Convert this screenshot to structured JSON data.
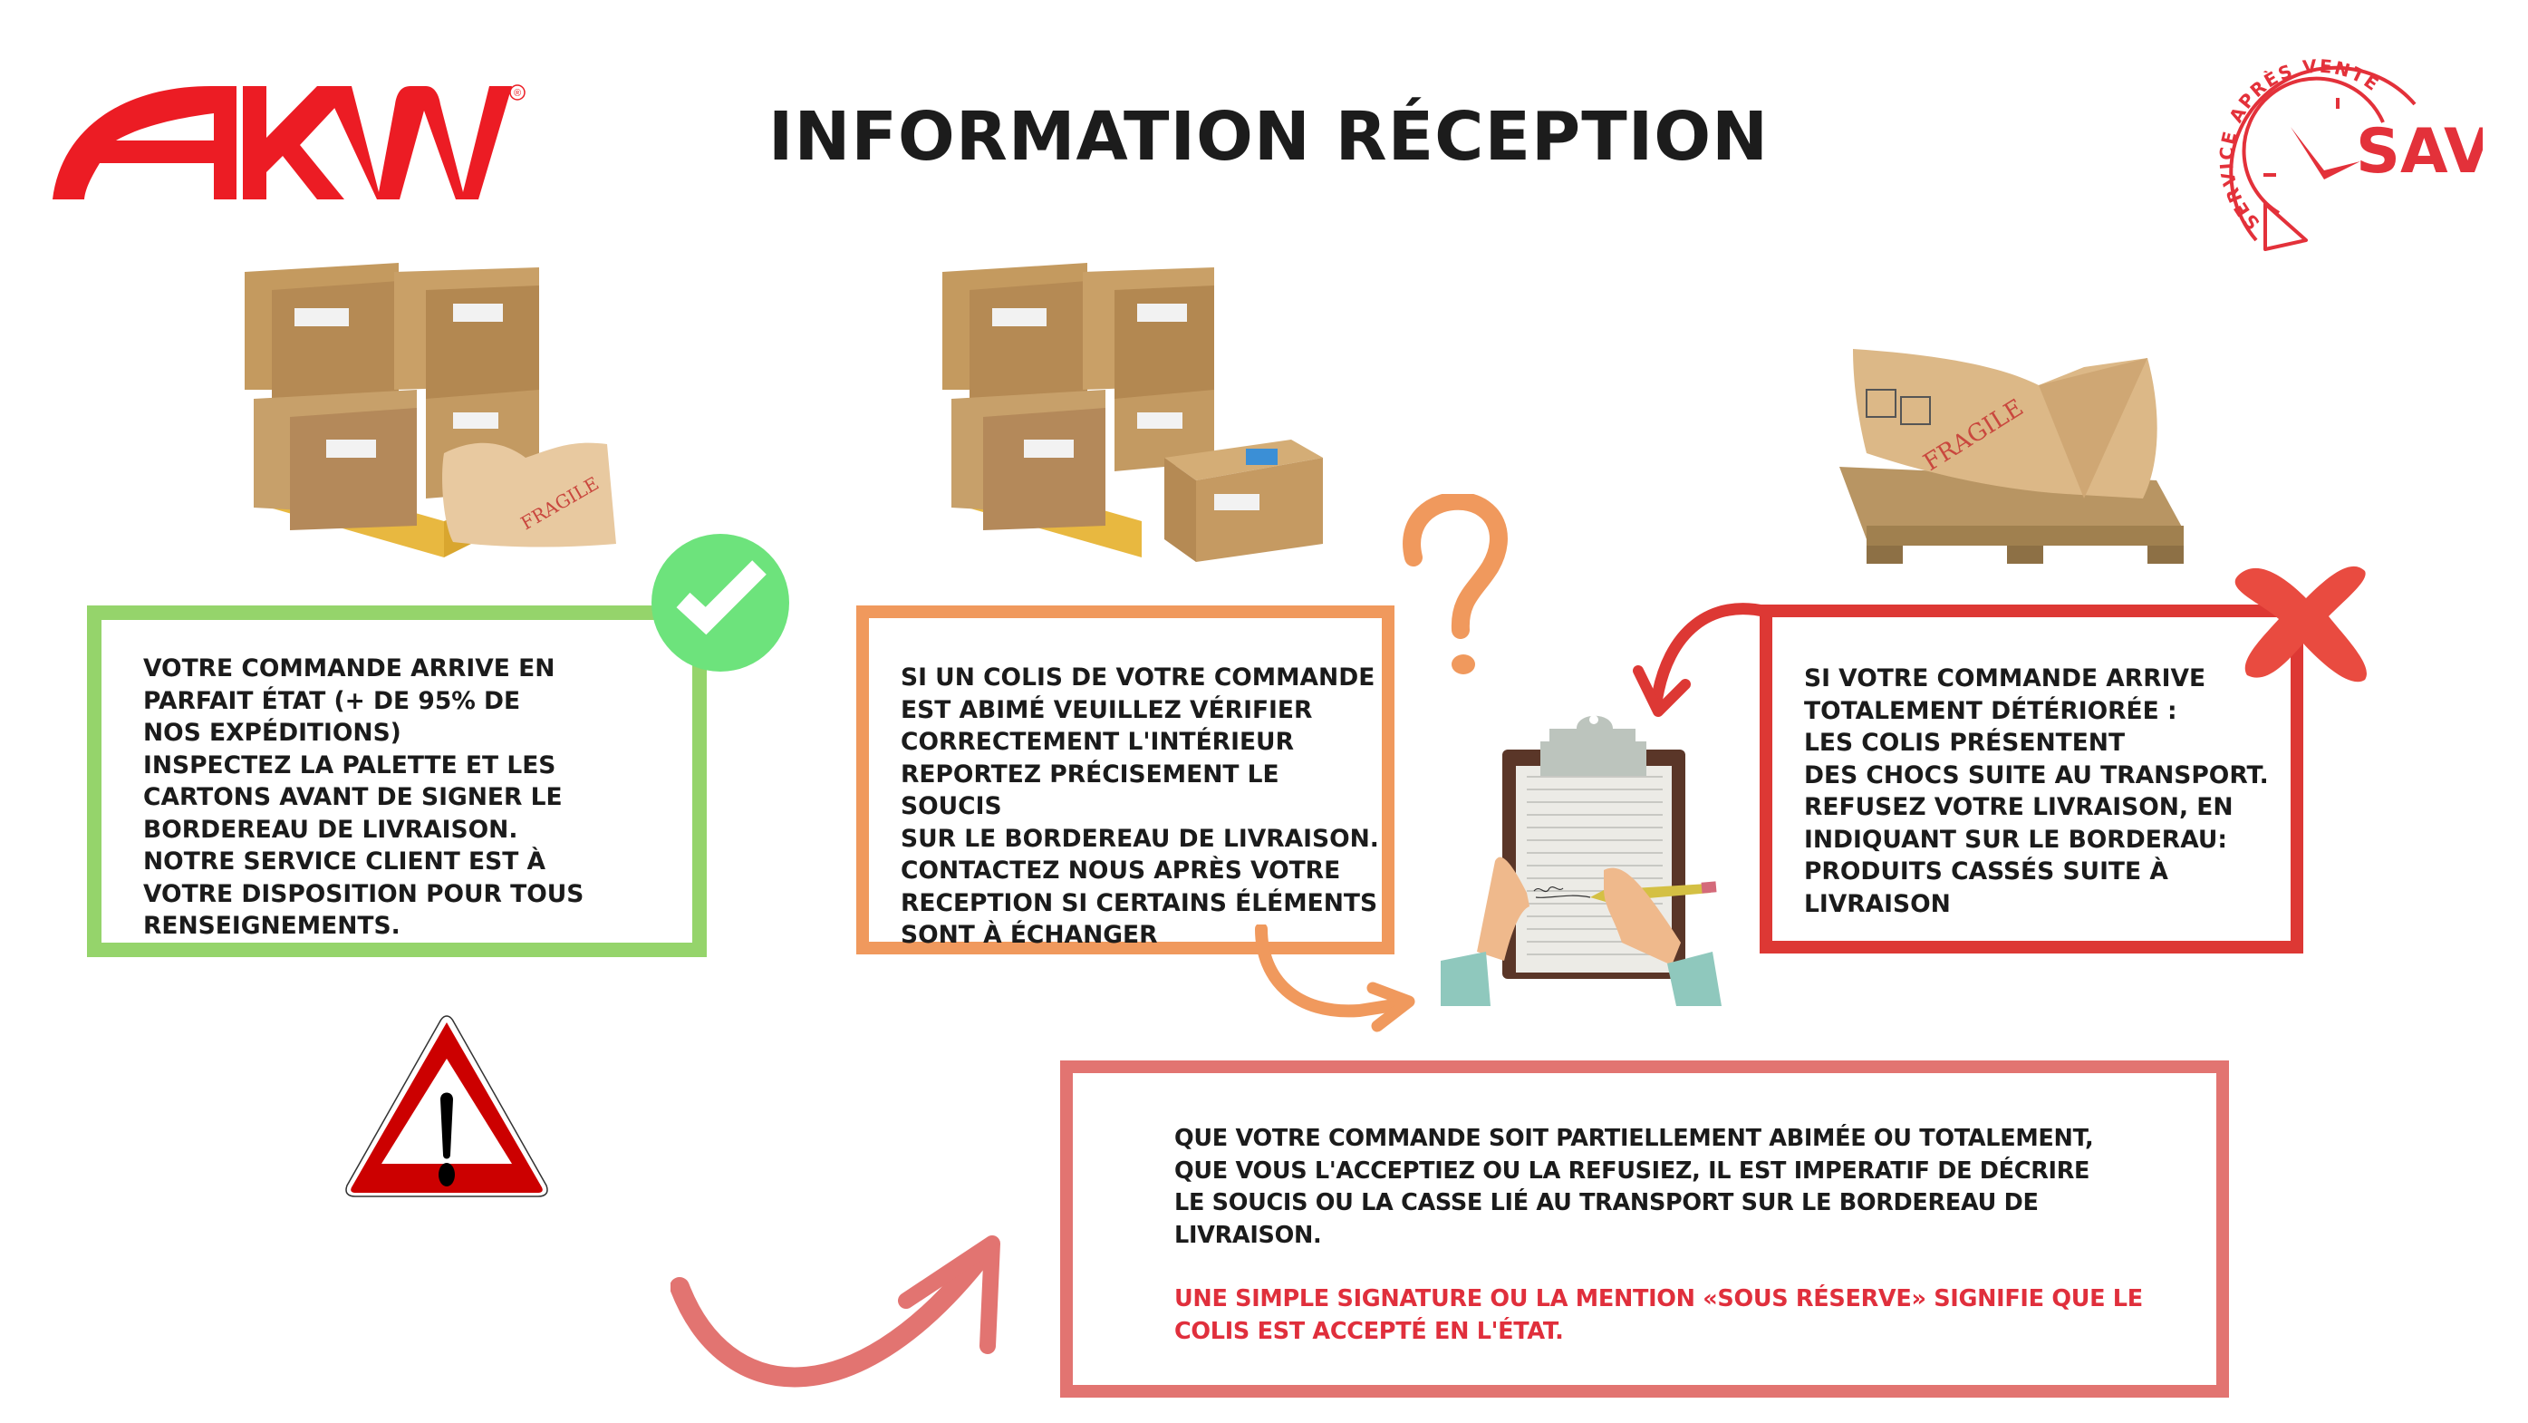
{
  "header": {
    "brand_logo": "AKW",
    "brand_registered": "®",
    "title": "INFORMATION RÉCEPTION",
    "sav_logo": {
      "ring_text": "SERVICE APRÈS VENTE",
      "acronym": "SAV"
    }
  },
  "colors": {
    "brand_red": "#ec1c24",
    "good_green": "#95d46b",
    "check_green": "#6de37c",
    "partial_orange": "#f0995d",
    "total_red": "#dd3834",
    "warning_pink": "#e27471",
    "alert_text_red": "#e02f3c",
    "warning_sign_red": "#cc0000"
  },
  "illustrations": [
    {
      "name": "pallet-with-one-damaged-parcel",
      "label": "FRAGILE"
    },
    {
      "name": "pallet-with-extra-parcel"
    },
    {
      "name": "crushed-parcel-on-pallet",
      "label": "FRAGILE"
    }
  ],
  "icons": {
    "good": "check-circle-icon",
    "partial": "question-mark-icon",
    "total": "x-cross-icon",
    "signing": "clipboard-signature-icon",
    "warning": "warning-triangle-icon"
  },
  "boxes": {
    "good": {
      "lines": [
        "VOTRE COMMANDE ARRIVE EN",
        "PARFAIT ÉTAT (+ DE 95% DE",
        "NOS EXPÉDITIONS)",
        "INSPECTEZ LA PALETTE ET LES",
        "CARTONS AVANT DE SIGNER LE",
        "BORDEREAU DE LIVRAISON.",
        "NOTRE SERVICE CLIENT EST À",
        "VOTRE DISPOSITION POUR TOUS",
        "RENSEIGNEMENTS."
      ]
    },
    "partial": {
      "lines": [
        "SI UN COLIS DE VOTRE COMMANDE",
        "EST ABIMÉ VEUILLEZ VÉRIFIER",
        "CORRECTEMENT L'INTÉRIEUR",
        "REPORTEZ PRÉCISEMENT LE SOUCIS",
        "SUR LE BORDEREAU DE LIVRAISON.",
        "CONTACTEZ NOUS APRÈS VOTRE",
        "RECEPTION SI CERTAINS ÉLÉMENTS",
        "SONT À ÉCHANGER"
      ]
    },
    "total": {
      "lines": [
        "SI VOTRE COMMANDE ARRIVE",
        "TOTALEMENT DÉTÉRIORÉE :",
        "LES COLIS PRÉSENTENT",
        "DES CHOCS SUITE AU TRANSPORT.",
        "REFUSEZ VOTRE LIVRAISON, EN",
        "INDIQUANT SUR LE BORDERAU:",
        "PRODUITS CASSÉS SUITE À",
        "LIVRAISON"
      ]
    },
    "warning": {
      "lines": [
        "QUE VOTRE COMMANDE SOIT PARTIELLEMENT ABIMÉE OU TOTALEMENT,",
        "QUE VOUS L'ACCEPTIEZ OU LA REFUSIEZ, IL EST IMPERATIF DE DÉCRIRE",
        "LE SOUCIS OU LA CASSE LIÉ AU TRANSPORT SUR LE BORDEREAU DE",
        "LIVRAISON."
      ],
      "alert_lines": [
        "UNE SIMPLE SIGNATURE OU LA MENTION «SOUS RÉSERVE» SIGNIFIE QUE LE",
        "COLIS EST ACCEPTÉ EN L'ÉTAT."
      ]
    }
  }
}
